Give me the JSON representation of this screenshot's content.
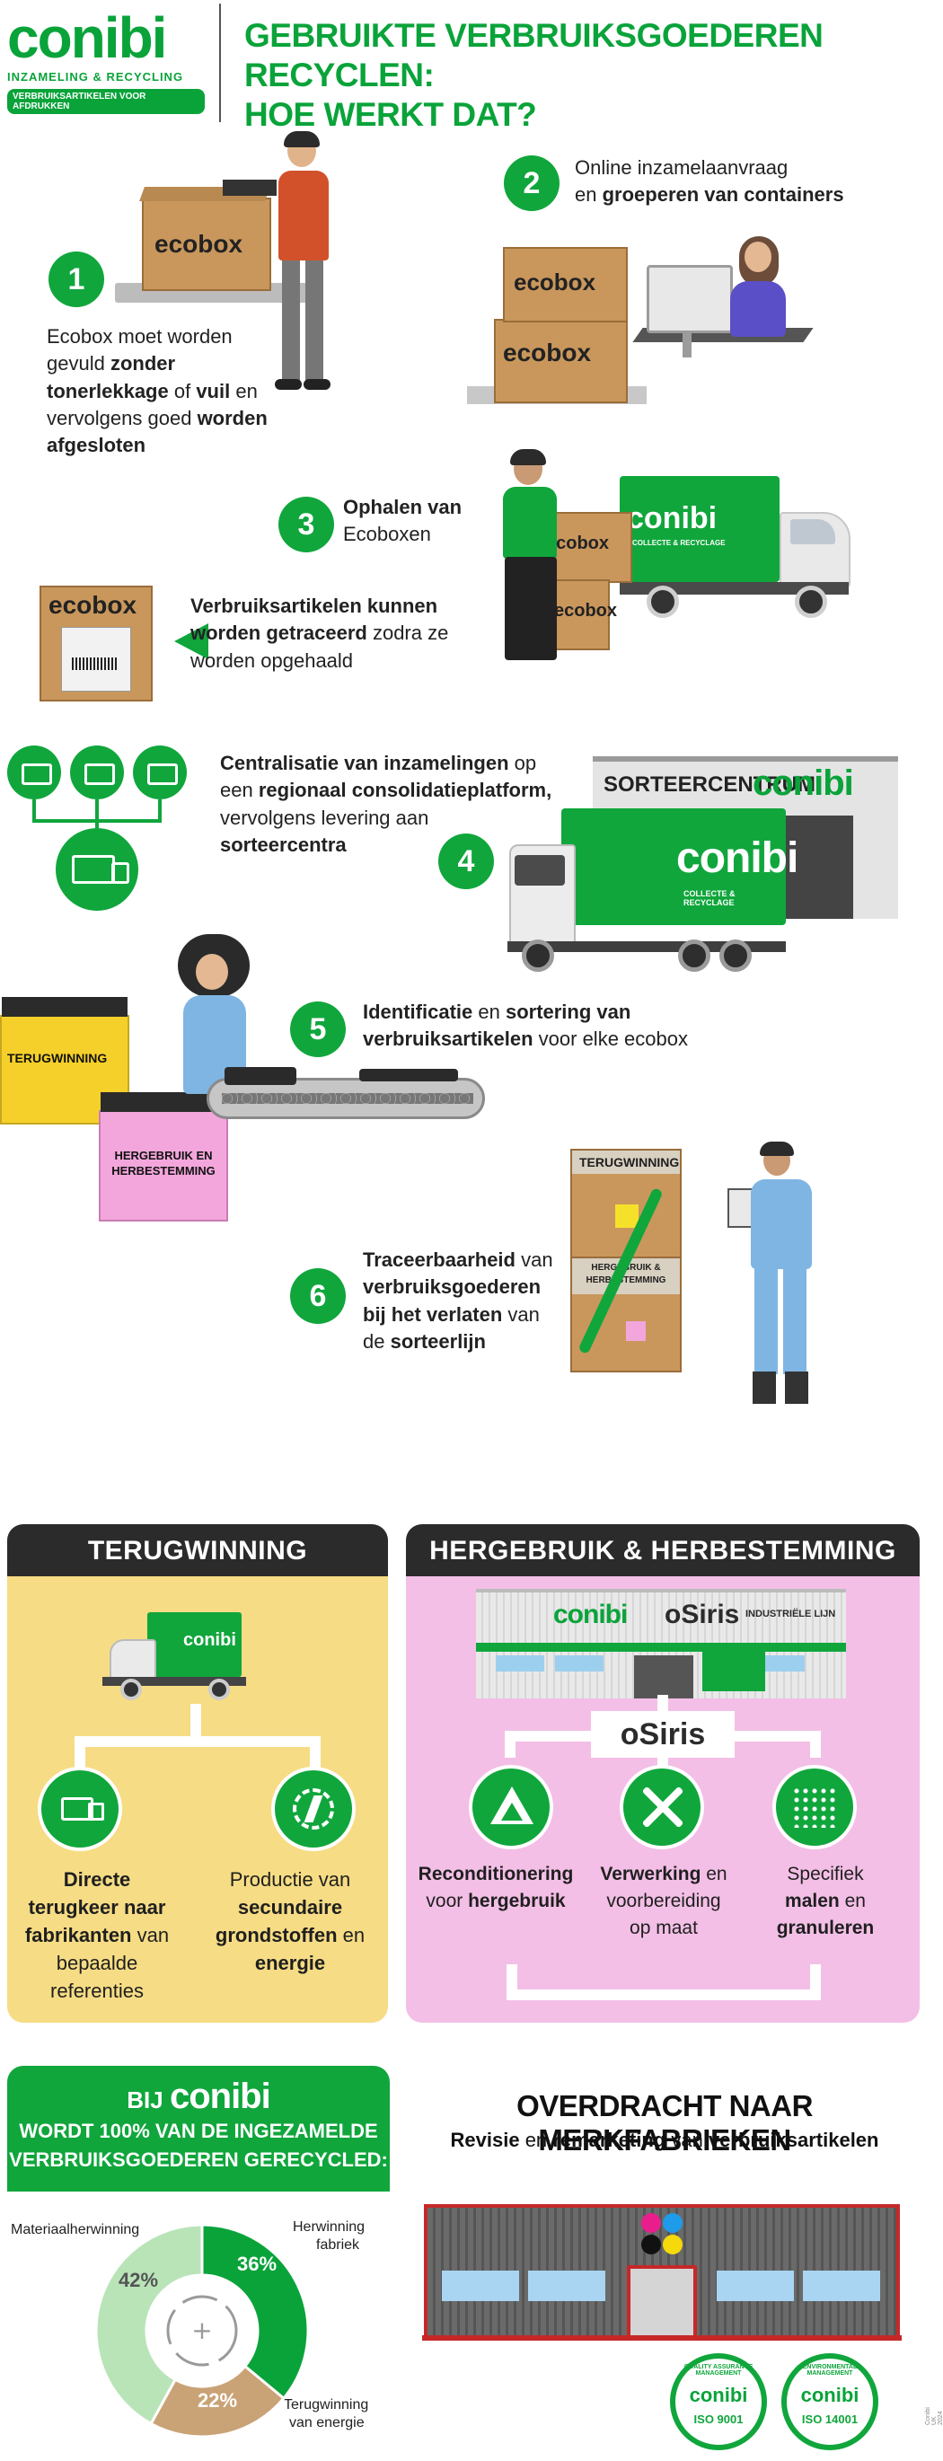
{
  "header": {
    "logo_text": "conibi",
    "logo_sub": "INZAMELING & RECYCLING",
    "logo_bar": "VERBRUIKSARTIKELEN VOOR AFDRUKKEN",
    "title_line1": "GEBRUIKTE VERBRUIKSGOEDEREN RECYCLEN:",
    "title_line2": "HOE WERKT DAT?"
  },
  "steps": {
    "s1": {
      "num": "1",
      "t1": "Ecobox moet worden",
      "t2a": "gevuld ",
      "t2b": "zonder",
      "t3a": "tonerlekkage",
      "t3b": " of ",
      "t3c": "vuil",
      "t3d": " en",
      "t4a": "vervolgens goed ",
      "t4b": "worden",
      "t5": "afgesloten"
    },
    "s2": {
      "num": "2",
      "t1": "Online inzamelaanvraag",
      "t2a": "en ",
      "t2b": "groeperen van containers"
    },
    "s3": {
      "num": "3",
      "t1": "Ophalen van",
      "t2": "Ecoboxen"
    },
    "trace": {
      "t1": "Verbruiksartikelen kunnen",
      "t2a": "worden getraceerd",
      "t2b": " zodra ze",
      "t3": "worden opgehaald"
    },
    "s4": {
      "num": "4",
      "t1a": "Centralisatie van inzamelingen",
      "t1b": " op",
      "t2a": "een ",
      "t2b": "regionaal consolidatieplatform,",
      "t3": "vervolgens levering aan",
      "t4": "sorteercentra"
    },
    "s5": {
      "num": "5",
      "t1a": "Identificatie",
      "t1b": " en ",
      "t1c": "sortering van",
      "t2a": "verbruiksartikelen",
      "t2b": " voor elke ecobox"
    },
    "s6": {
      "num": "6",
      "t1a": "Traceerbaarheid",
      "t1b": " van",
      "t2": "verbruiksgoederen",
      "t3a": "bij het verlaten",
      "t3b": " van",
      "t4a": "de ",
      "t4b": "sorteerlijn"
    }
  },
  "labels": {
    "ecobox": "ecobox",
    "sorteercentrum": "SORTEERCENTRUM",
    "conibi": "conibi",
    "collecte": "COLLECTE & RECYCLAGE",
    "terugwinning": "TERUGWINNING",
    "hergebruik_bin_1": "HERGEBRUIK EN",
    "hergebruik_bin_2": "HERBESTEMMING",
    "box_hergebruik_1": "HERGEBRUIK &",
    "box_hergebruik_2": "HERBESTEMMING"
  },
  "panel_left": {
    "title": "TERUGWINNING",
    "item1": {
      "l1": "Directe",
      "l2": "terugkeer naar",
      "l3a": "fabrikanten",
      "l3b": " van",
      "l4": "bepaalde",
      "l5": "referenties"
    },
    "item2": {
      "l1": "Productie van",
      "l2": "secundaire",
      "l3": "grondstoffen",
      "l3b": " en",
      "l4": "energie"
    }
  },
  "panel_right": {
    "title": "HERGEBRUIK & HERBESTEMMING",
    "sign_osiris": "oSiris",
    "sign_lijn": "INDUSTRIËLE LIJN",
    "osiris": "oSiris",
    "item1": {
      "l1": "Reconditionering",
      "l2a": "voor ",
      "l2b": "hergebruik"
    },
    "item2": {
      "l1a": "Verwerking",
      "l1b": " en",
      "l2": "voorbereiding",
      "l3": "op maat"
    },
    "item3": {
      "l1": "Specifiek",
      "l2a": "malen",
      "l2b": " en",
      "l3": "granuleren"
    }
  },
  "stats": {
    "bij": "BIJ",
    "line2": "WORDT 100% VAN DE INGEZAMELDE",
    "line3": "VERBRUIKSGOEDEREN GERECYCLED:",
    "label_material": "Materiaalherwinning",
    "label_fabriek_1": "Herwinning",
    "label_fabriek_2": "fabriek",
    "label_energie_1": "Terugwinning",
    "label_energie_2": "van energie",
    "pct_material": "42%",
    "pct_fabriek": "36%",
    "pct_energie": "22%"
  },
  "chart_data": {
    "type": "pie",
    "categories": [
      "Herwinning fabriek",
      "Terugwinning van energie",
      "Materiaalherwinning"
    ],
    "values": [
      36,
      22,
      42
    ],
    "colors": [
      "#0aa33a",
      "#c9a275",
      "#b9e4b8"
    ]
  },
  "transfer": {
    "title": "OVERDRACHT NAAR MERKFABRIEKEN",
    "sub_a": "Revisie",
    "sub_b": " en ",
    "sub_c": "remarketing",
    "sub_d": " van ",
    "sub_e": "verbruiksartikelen",
    "seal1_text": "QUALITY ASSURANCE MANAGEMENT",
    "seal1_iso": "ISO 9001",
    "seal2_text": "ENVIRONMENTAL MANAGEMENT",
    "seal2_iso": "ISO 14001"
  },
  "credit": "Conibi UK 2024"
}
